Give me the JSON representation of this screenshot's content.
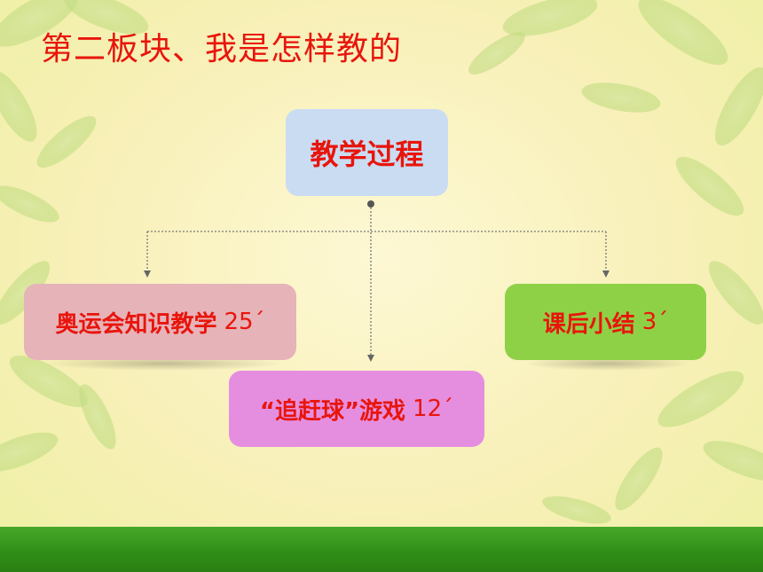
{
  "slide": {
    "title": "第二板块、我是怎样教的"
  },
  "diagram": {
    "root": {
      "label": "教学过程"
    },
    "children": [
      {
        "label": "奥运会知识教学",
        "duration": "25´"
      },
      {
        "label": "“追赶球”游戏",
        "duration": "12´"
      },
      {
        "label": "课后小结",
        "duration": "3´"
      }
    ]
  },
  "colors": {
    "title_text": "#e8150c",
    "root_box": "#c9dcf2",
    "child_1_box": "#e6b3b9",
    "child_2_box": "#e58ee0",
    "child_3_box": "#8fd146",
    "footer_bar": "#2f8d16"
  }
}
